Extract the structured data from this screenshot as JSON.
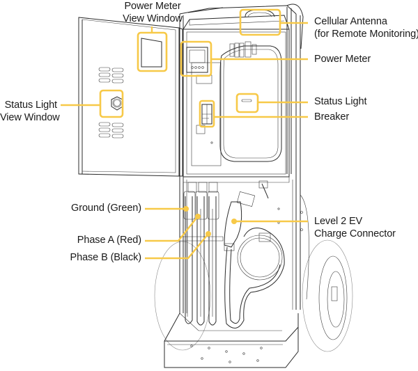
{
  "figure": {
    "subject": "Portable Level 2 EV charging cart with open enclosure",
    "highlight_color": "#F7C948",
    "ink_color": "#2b2b2b"
  },
  "callouts": {
    "power_meter_view_window": {
      "lines": [
        "Power Meter",
        "View Window"
      ]
    },
    "cellular_antenna": {
      "lines": [
        "Cellular Antenna",
        "(for Remote Monitoring)"
      ]
    },
    "power_meter": {
      "lines": [
        "Power Meter"
      ]
    },
    "status_light_view_window": {
      "lines": [
        "Status Light",
        "View Window"
      ]
    },
    "status_light": {
      "lines": [
        "Status Light"
      ]
    },
    "breaker": {
      "lines": [
        "Breaker"
      ]
    },
    "ground": {
      "lines": [
        "Ground (Green)"
      ]
    },
    "phase_a": {
      "lines": [
        "Phase A (Red)"
      ]
    },
    "phase_b": {
      "lines": [
        "Phase B (Black)"
      ]
    },
    "charge_connector": {
      "lines": [
        "Level 2 EV",
        "Charge Connector"
      ]
    }
  }
}
